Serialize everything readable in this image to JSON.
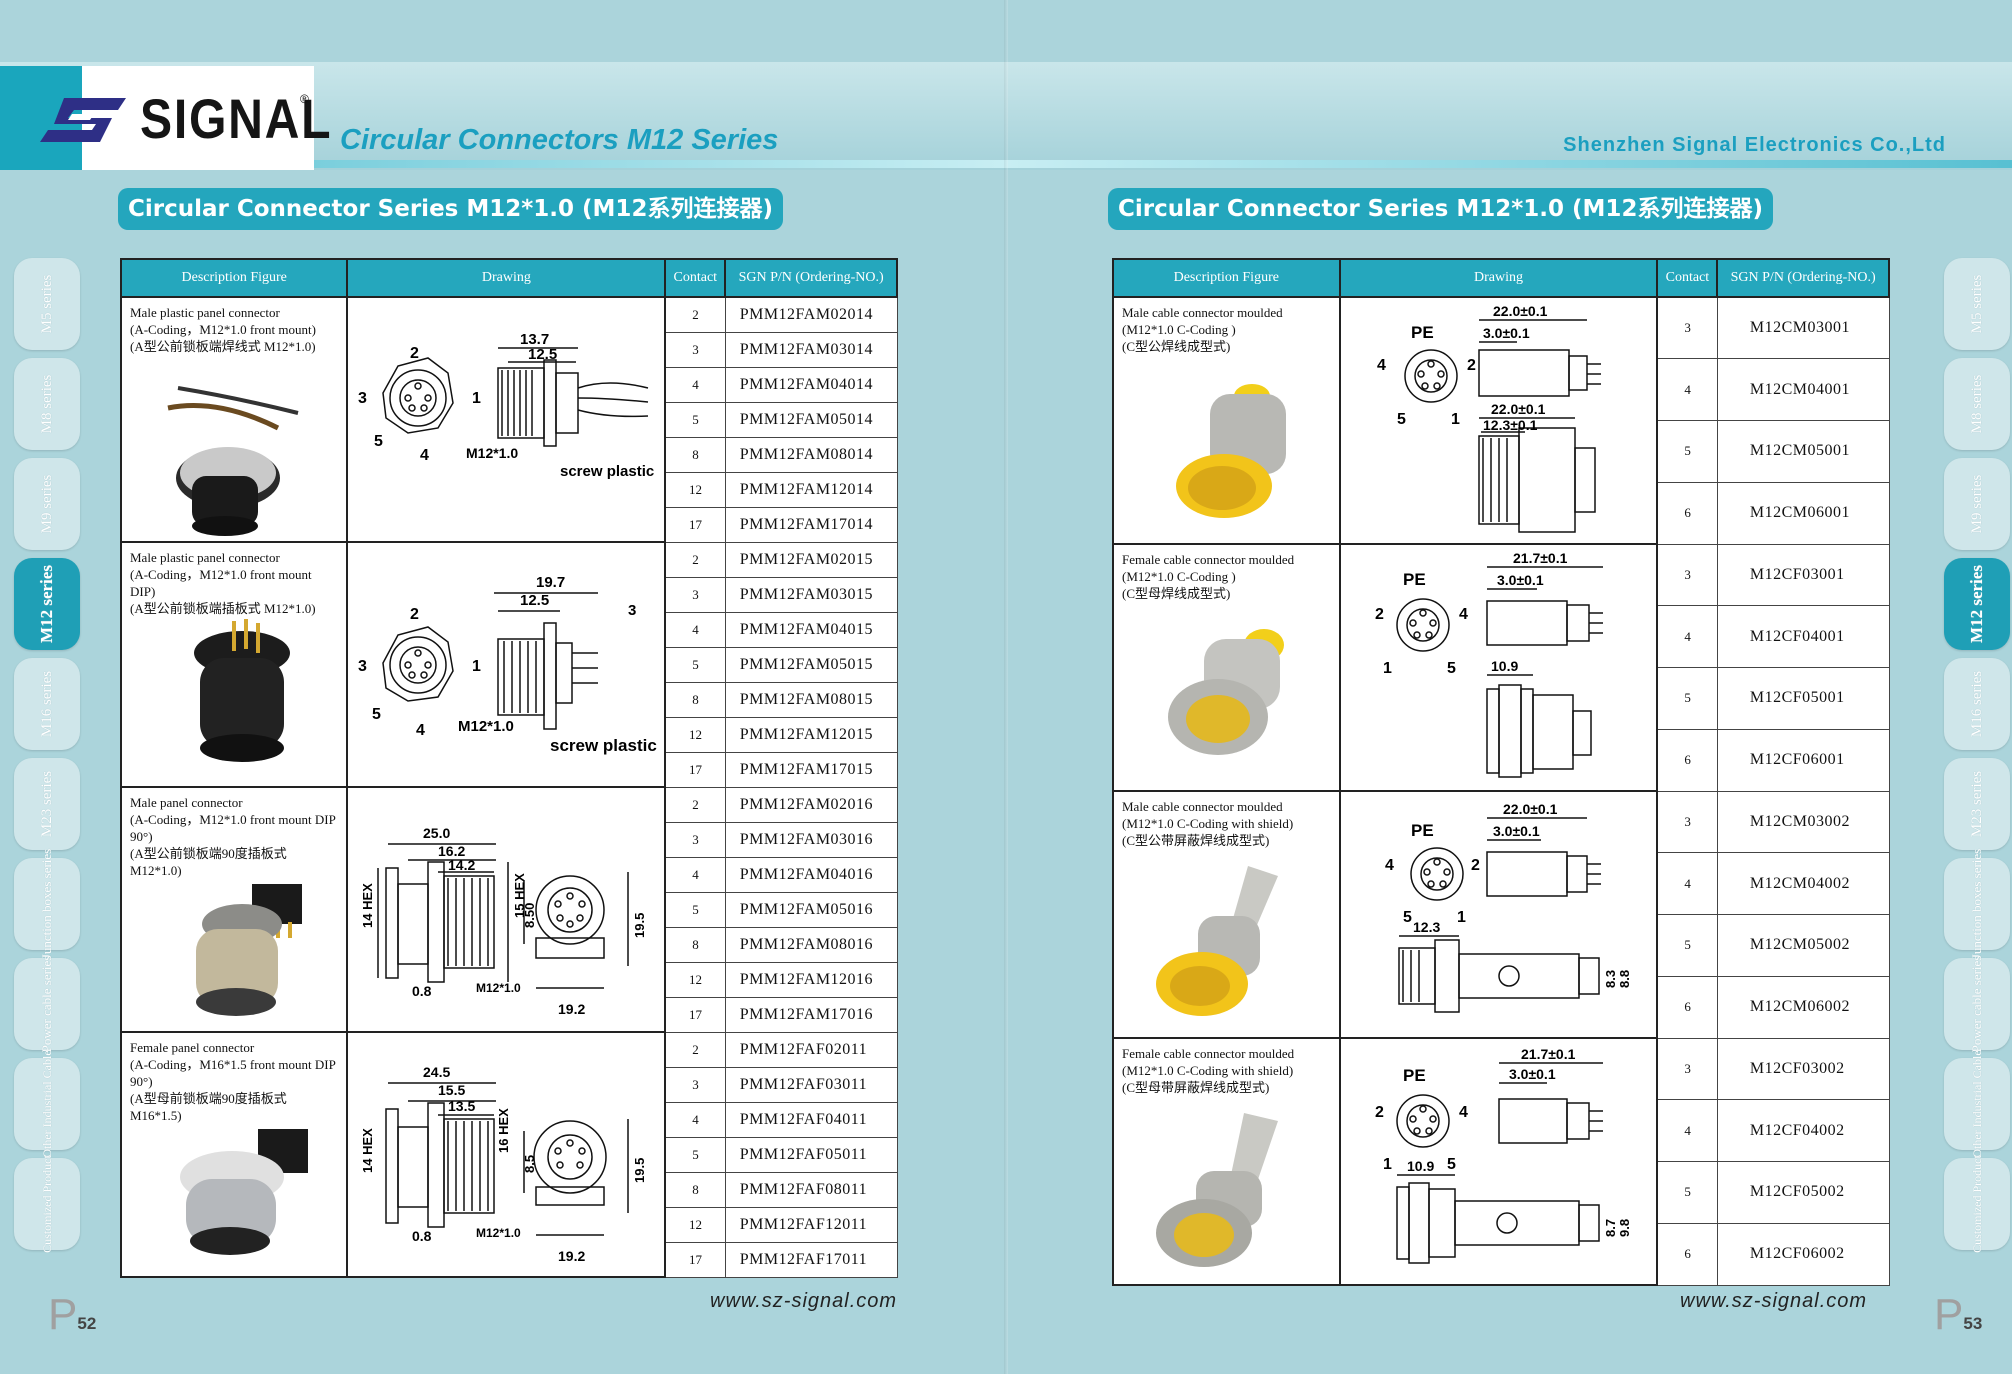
{
  "header": {
    "brand": "SIGNAL",
    "brand_reg": "®",
    "series_title": "Circular Connectors M12 Series",
    "company": "Shenzhen Signal Electronics Co.,Ltd"
  },
  "left": {
    "section_title": "Circular Connector Series M12*1.0 (M12系列连接器)",
    "columns": [
      "Description Figure",
      "Drawing",
      "Contact",
      "SGN P/N (Ordering-NO.)"
    ],
    "groups": [
      {
        "desc": [
          "Male plastic panel connector",
          "(A-Coding，M12*1.0 front mount)",
          "(A型公前锁板端焊线式 M12*1.0)"
        ],
        "dims": {
          "a": "13.7",
          "b": "12.5",
          "thread": "M12*1.0",
          "note": "screw plastic",
          "p1": "1",
          "p2": "2",
          "p3": "3",
          "p4": "4",
          "p5": "5"
        },
        "rows": [
          {
            "contact": "2",
            "pn": "PMM12FAM02014"
          },
          {
            "contact": "3",
            "pn": "PMM12FAM03014"
          },
          {
            "contact": "4",
            "pn": "PMM12FAM04014"
          },
          {
            "contact": "5",
            "pn": "PMM12FAM05014"
          },
          {
            "contact": "8",
            "pn": "PMM12FAM08014"
          },
          {
            "contact": "12",
            "pn": "PMM12FAM12014"
          },
          {
            "contact": "17",
            "pn": "PMM12FAM17014"
          }
        ]
      },
      {
        "desc": [
          "Male plastic panel connector",
          "(A-Coding，M12*1.0 front mount DIP)",
          "(A型公前锁板端插板式 M12*1.0)"
        ],
        "dims": {
          "a": "19.7",
          "b": "12.5",
          "c": "3",
          "thread": "M12*1.0",
          "note": "screw plastic",
          "p1": "1",
          "p2": "2",
          "p3": "3",
          "p4": "4",
          "p5": "5"
        },
        "rows": [
          {
            "contact": "2",
            "pn": "PMM12FAM02015"
          },
          {
            "contact": "3",
            "pn": "PMM12FAM03015"
          },
          {
            "contact": "4",
            "pn": "PMM12FAM04015"
          },
          {
            "contact": "5",
            "pn": "PMM12FAM05015"
          },
          {
            "contact": "8",
            "pn": "PMM12FAM08015"
          },
          {
            "contact": "12",
            "pn": "PMM12FAM12015"
          },
          {
            "contact": "17",
            "pn": "PMM12FAM17015"
          }
        ]
      },
      {
        "desc": [
          "Male panel connector",
          "(A-Coding，M12*1.0 front mount DIP",
          "90°)",
          "(A型公前锁板端90度插板式 M12*1.0)"
        ],
        "dims": {
          "a": "25.0",
          "b": "16.2",
          "c": "14.2",
          "d": "8.50",
          "e": "19.5",
          "f": "19.2",
          "g": "0.8",
          "hex1": "14 HEX",
          "hex2": "15 HEX",
          "thread": "M12*1.0"
        },
        "rows": [
          {
            "contact": "2",
            "pn": "PMM12FAM02016"
          },
          {
            "contact": "3",
            "pn": "PMM12FAM03016"
          },
          {
            "contact": "4",
            "pn": "PMM12FAM04016"
          },
          {
            "contact": "5",
            "pn": "PMM12FAM05016"
          },
          {
            "contact": "8",
            "pn": "PMM12FAM08016"
          },
          {
            "contact": "12",
            "pn": "PMM12FAM12016"
          },
          {
            "contact": "17",
            "pn": "PMM12FAM17016"
          }
        ]
      },
      {
        "desc": [
          "Female panel connector",
          "(A-Coding，M16*1.5 front mount DIP",
          "90°)",
          "(A型母前锁板端90度插板式 M16*1.5)"
        ],
        "dims": {
          "a": "24.5",
          "b": "15.5",
          "c": "13.5",
          "d": "8.5",
          "e": "19.5",
          "f": "19.2",
          "g": "0.8",
          "hex1": "14 HEX",
          "hex2": "16 HEX",
          "thread": "M12*1.0"
        },
        "rows": [
          {
            "contact": "2",
            "pn": "PMM12FAF02011"
          },
          {
            "contact": "3",
            "pn": "PMM12FAF03011"
          },
          {
            "contact": "4",
            "pn": "PMM12FAF04011"
          },
          {
            "contact": "5",
            "pn": "PMM12FAF05011"
          },
          {
            "contact": "8",
            "pn": "PMM12FAF08011"
          },
          {
            "contact": "12",
            "pn": "PMM12FAF12011"
          },
          {
            "contact": "17",
            "pn": "PMM12FAF17011"
          }
        ]
      }
    ],
    "url": "www.sz-signal.com",
    "page_letter": "P",
    "page_number": "52"
  },
  "right": {
    "section_title": "Circular Connector Series M12*1.0 (M12系列连接器)",
    "columns": [
      "Description Figure",
      "Drawing",
      "Contact",
      "SGN P/N (Ordering-NO.)"
    ],
    "groups": [
      {
        "desc": [
          "Male cable connector moulded",
          "(M12*1.0 C-Coding )",
          "(C型公焊线成型式)"
        ],
        "dims": {
          "a": "22.0±0.1",
          "b": "3.0±0.1",
          "c": "22.0±0.1",
          "d": "12.3±0.1",
          "pe": "PE"
        },
        "rows": [
          {
            "contact": "3",
            "pn": "M12CM03001"
          },
          {
            "contact": "4",
            "pn": "M12CM04001"
          },
          {
            "contact": "5",
            "pn": "M12CM05001"
          },
          {
            "contact": "6",
            "pn": "M12CM06001"
          }
        ]
      },
      {
        "desc": [
          "Female cable connector moulded",
          "(M12*1.0 C-Coding )",
          "(C型母焊线成型式)"
        ],
        "dims": {
          "a": "21.7±0.1",
          "b": "3.0±0.1",
          "c": "10.9",
          "pe": "PE"
        },
        "rows": [
          {
            "contact": "3",
            "pn": "M12CF03001"
          },
          {
            "contact": "4",
            "pn": "M12CF04001"
          },
          {
            "contact": "5",
            "pn": "M12CF05001"
          },
          {
            "contact": "6",
            "pn": "M12CF06001"
          }
        ]
      },
      {
        "desc": [
          "Male cable connector moulded",
          "(M12*1.0 C-Coding with shield)",
          "(C型公带屏蔽焊线成型式)"
        ],
        "dims": {
          "a": "22.0±0.1",
          "b": "3.0±0.1",
          "c": "12.3",
          "d": "8.3",
          "e": "8.8",
          "pe": "PE"
        },
        "rows": [
          {
            "contact": "3",
            "pn": "M12CM03002"
          },
          {
            "contact": "4",
            "pn": "M12CM04002"
          },
          {
            "contact": "5",
            "pn": "M12CM05002"
          },
          {
            "contact": "6",
            "pn": "M12CM06002"
          }
        ]
      },
      {
        "desc": [
          "Female cable connector moulded",
          "(M12*1.0 C-Coding with shield)",
          "(C型母带屏蔽焊线成型式)"
        ],
        "dims": {
          "a": "21.7±0.1",
          "b": "3.0±0.1",
          "c": "10.9",
          "d": "8.7",
          "e": "9.8",
          "pe": "PE"
        },
        "rows": [
          {
            "contact": "3",
            "pn": "M12CF03002"
          },
          {
            "contact": "4",
            "pn": "M12CF04002"
          },
          {
            "contact": "5",
            "pn": "M12CF05002"
          },
          {
            "contact": "6",
            "pn": "M12CF06002"
          }
        ]
      }
    ],
    "url": "www.sz-signal.com",
    "page_letter": "P",
    "page_number": "53"
  },
  "side_tabs": [
    "M5 series",
    "M8 series",
    "M9 series",
    "M12 series",
    "M16 series",
    "M23 series",
    "Junction boxes series",
    "Power cable series",
    "Other Industrial Cable",
    "Customized Product"
  ],
  "side_tab_active": "M12 series",
  "colors": {
    "accent": "#25a7bd",
    "background": "#abd4db",
    "title_blue": "#1b9fc0"
  }
}
